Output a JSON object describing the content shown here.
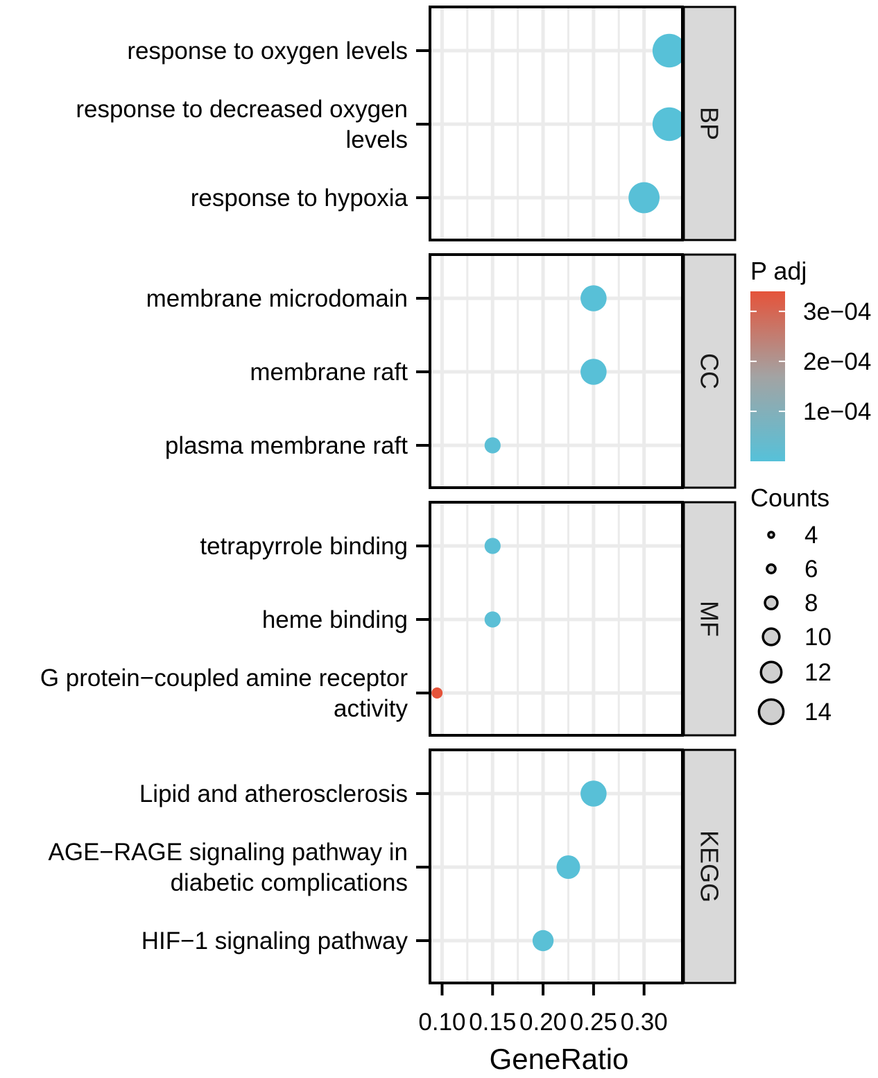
{
  "chart_data": {
    "type": "scatter",
    "xlabel": "GeneRatio",
    "x_ticks": [
      {
        "value": 0.1,
        "label": "0.10"
      },
      {
        "value": 0.15,
        "label": "0.15"
      },
      {
        "value": 0.2,
        "label": "0.20"
      },
      {
        "value": 0.25,
        "label": "0.25"
      },
      {
        "value": 0.3,
        "label": "0.30"
      }
    ],
    "xlim": [
      0.088,
      0.338
    ],
    "grid": true,
    "legend_position": "right",
    "colors": {
      "low": "#56c1d9",
      "mid": "#a3a3a3",
      "high": "#e5533a",
      "strip_fill": "#d9d9d9",
      "grid": "#ebebeb",
      "legend_circle_fill": "#cfcfcf"
    },
    "color_legend": {
      "title": "P adj",
      "ticks": [
        {
          "value": 0.0001,
          "label": "1e−04"
        },
        {
          "value": 0.0002,
          "label": "2e−04"
        },
        {
          "value": 0.0003,
          "label": "3e−04"
        }
      ],
      "range": [
        0.0,
        0.00034
      ]
    },
    "size_legend": {
      "title": "Counts",
      "entries": [
        {
          "value": 4,
          "label": "4"
        },
        {
          "value": 6,
          "label": "6"
        },
        {
          "value": 8,
          "label": "8"
        },
        {
          "value": 10,
          "label": "10"
        },
        {
          "value": 12,
          "label": "12"
        },
        {
          "value": 14,
          "label": "14"
        }
      ]
    },
    "panels": [
      {
        "strip": "BP",
        "terms": [
          {
            "label": [
              "response to oxygen levels"
            ],
            "gene_ratio": 0.325,
            "p_adj": 2e-06,
            "count": 13
          },
          {
            "label": [
              "response to decreased oxygen",
              "levels"
            ],
            "gene_ratio": 0.325,
            "p_adj": 2e-06,
            "count": 13
          },
          {
            "label": [
              "response to hypoxia"
            ],
            "gene_ratio": 0.3,
            "p_adj": 5e-06,
            "count": 12
          }
        ]
      },
      {
        "strip": "CC",
        "terms": [
          {
            "label": [
              "membrane microdomain"
            ],
            "gene_ratio": 0.25,
            "p_adj": 5e-06,
            "count": 10
          },
          {
            "label": [
              "membrane raft"
            ],
            "gene_ratio": 0.25,
            "p_adj": 5e-06,
            "count": 10
          },
          {
            "label": [
              "plasma membrane raft"
            ],
            "gene_ratio": 0.15,
            "p_adj": 1e-05,
            "count": 6
          }
        ]
      },
      {
        "strip": "MF",
        "terms": [
          {
            "label": [
              "tetrapyrrole binding"
            ],
            "gene_ratio": 0.15,
            "p_adj": 1e-05,
            "count": 6
          },
          {
            "label": [
              "heme binding"
            ],
            "gene_ratio": 0.15,
            "p_adj": 1e-05,
            "count": 6
          },
          {
            "label": [
              "G protein−coupled amine receptor",
              "activity"
            ],
            "gene_ratio": 0.095,
            "p_adj": 0.00034,
            "count": 4
          }
        ]
      },
      {
        "strip": "KEGG",
        "terms": [
          {
            "label": [
              "Lipid and atherosclerosis"
            ],
            "gene_ratio": 0.25,
            "p_adj": 5e-06,
            "count": 10
          },
          {
            "label": [
              "AGE−RAGE signaling pathway in",
              "diabetic complications"
            ],
            "gene_ratio": 0.225,
            "p_adj": 5e-06,
            "count": 9
          },
          {
            "label": [
              "HIF−1 signaling pathway"
            ],
            "gene_ratio": 0.2,
            "p_adj": 8e-06,
            "count": 8
          }
        ]
      }
    ]
  }
}
